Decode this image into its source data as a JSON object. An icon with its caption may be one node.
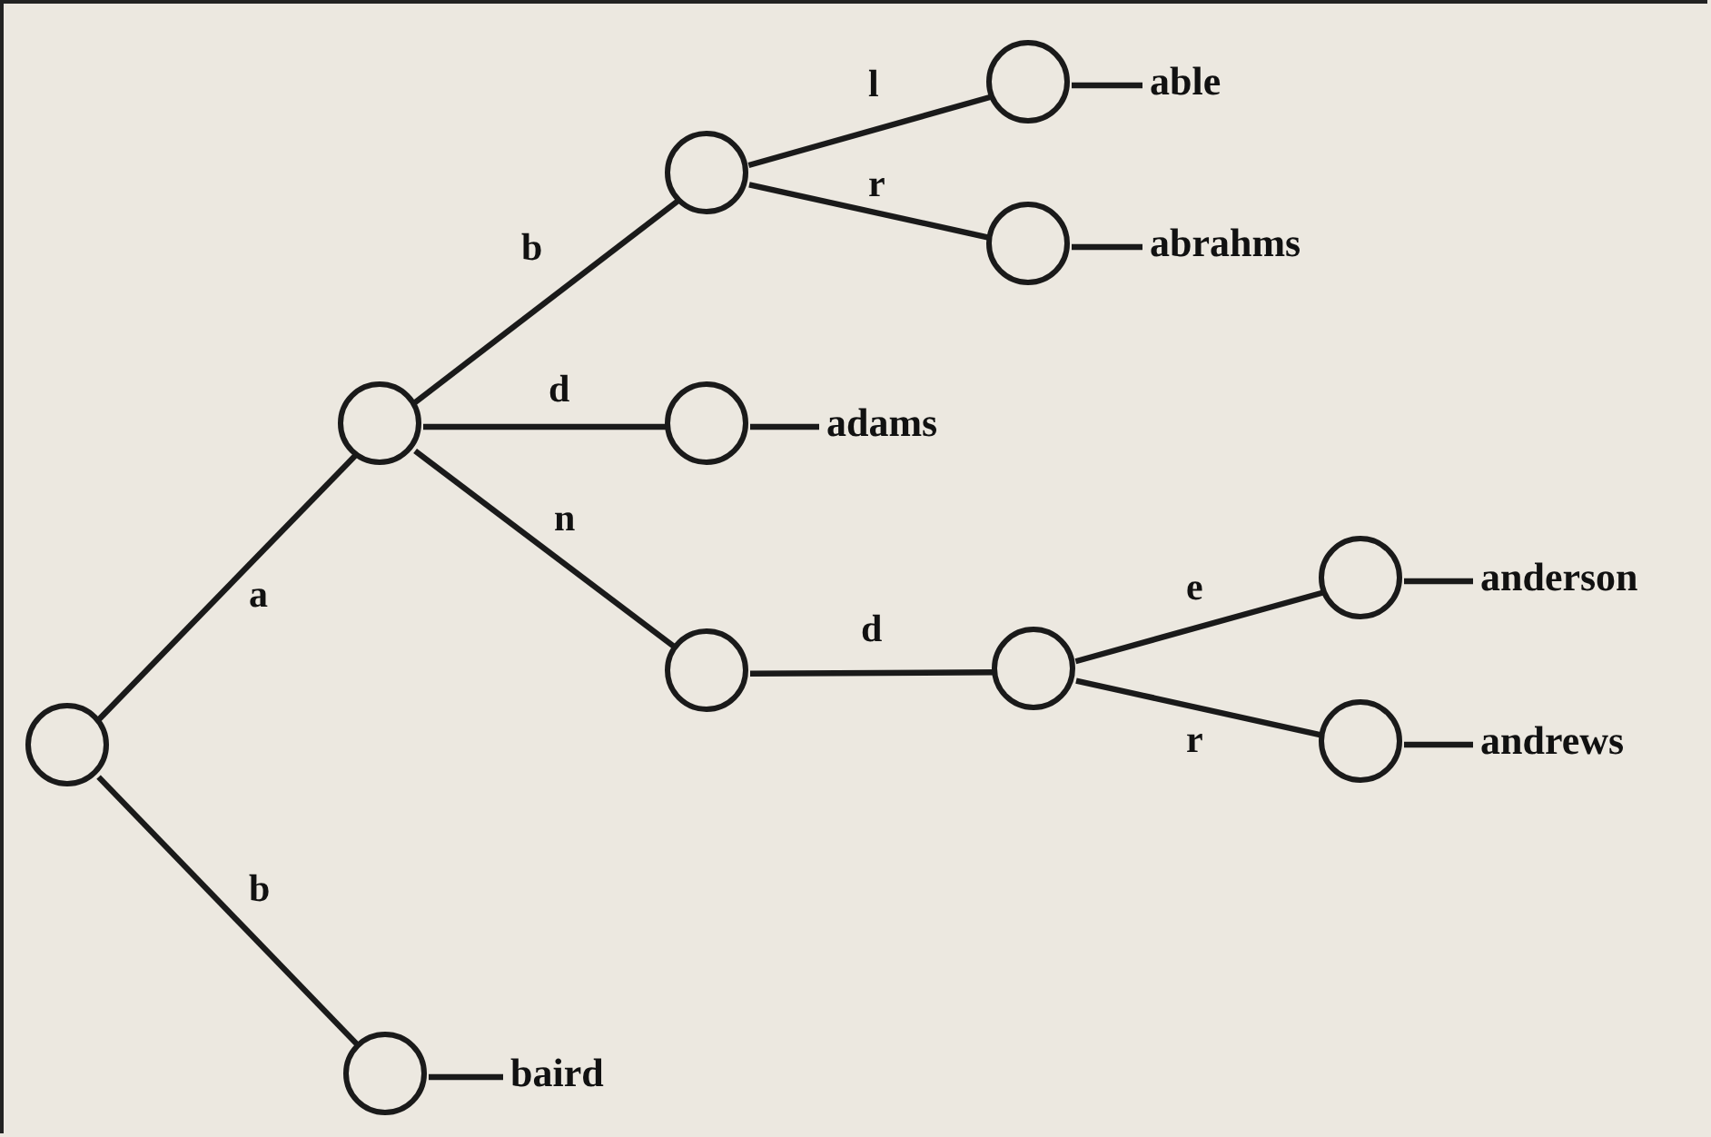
{
  "diagram": {
    "nodes": [
      {
        "text": [],
        "shape": "circle"
      },
      {
        "text": [],
        "shape": "circle"
      },
      {
        "text": [],
        "shape": "circle"
      },
      {
        "text": [],
        "shape": "circle"
      },
      {
        "text": [
          "able"
        ]
      },
      {
        "text": [],
        "shape": "circle"
      },
      {
        "text": [
          "abrahms"
        ]
      },
      {
        "text": [],
        "shape": "circle"
      },
      {
        "text": [
          "adams"
        ]
      },
      {
        "text": [],
        "shape": "circle"
      },
      {
        "text": [],
        "shape": "circle"
      },
      {
        "text": [],
        "shape": "circle"
      },
      {
        "text": [
          "anderson"
        ]
      },
      {
        "text": [],
        "shape": "circle"
      },
      {
        "text": [
          "andrews"
        ]
      },
      {
        "text": [],
        "shape": "circle"
      },
      {
        "text": [
          "baird"
        ]
      }
    ],
    "edges": [
      {
        "from": 0,
        "to": 1,
        "arrow": "none",
        "label": "a"
      },
      {
        "from": 1,
        "to": 2,
        "arrow": "none",
        "label": "b"
      },
      {
        "from": 2,
        "to": 3,
        "arrow": "none",
        "label": "l"
      },
      {
        "from": 3,
        "to": 4,
        "arrow": "none"
      },
      {
        "from": 2,
        "to": 5,
        "arrow": "none",
        "label": "r"
      },
      {
        "from": 5,
        "to": 6,
        "arrow": "none"
      },
      {
        "from": 1,
        "to": 7,
        "arrow": "none",
        "label": "d"
      },
      {
        "from": 7,
        "to": 8,
        "arrow": "none"
      },
      {
        "from": 1,
        "to": 9,
        "arrow": "none",
        "label": "n"
      },
      {
        "from": 9,
        "to": 10,
        "arrow": "none",
        "label": "d"
      },
      {
        "from": 10,
        "to": 11,
        "arrow": "none",
        "label": "e"
      },
      {
        "from": 11,
        "to": 12,
        "arrow": "none"
      },
      {
        "from": 10,
        "to": 13,
        "arrow": "none",
        "label": "r"
      },
      {
        "from": 13,
        "to": 14,
        "arrow": "none"
      },
      {
        "from": 0,
        "to": 15,
        "arrow": "none",
        "label": "b"
      },
      {
        "from": 15,
        "to": 16,
        "arrow": "none"
      }
    ]
  }
}
